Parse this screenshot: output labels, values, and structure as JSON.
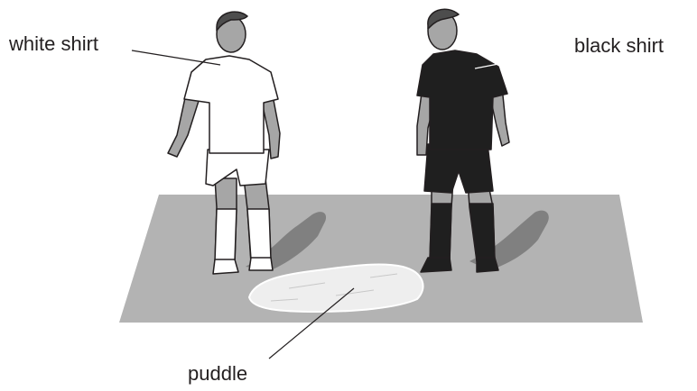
{
  "labels": {
    "white_shirt": "white shirt",
    "black_shirt": "black shirt",
    "puddle": "puddle"
  },
  "colors": {
    "ground": "#b3b3b3",
    "shadow": "#808080",
    "skin": "#a6a6a6",
    "white_kit": "#ffffff",
    "black_kit": "#1f1f1f",
    "outline": "#231f20",
    "puddle": "#eeeeee"
  }
}
